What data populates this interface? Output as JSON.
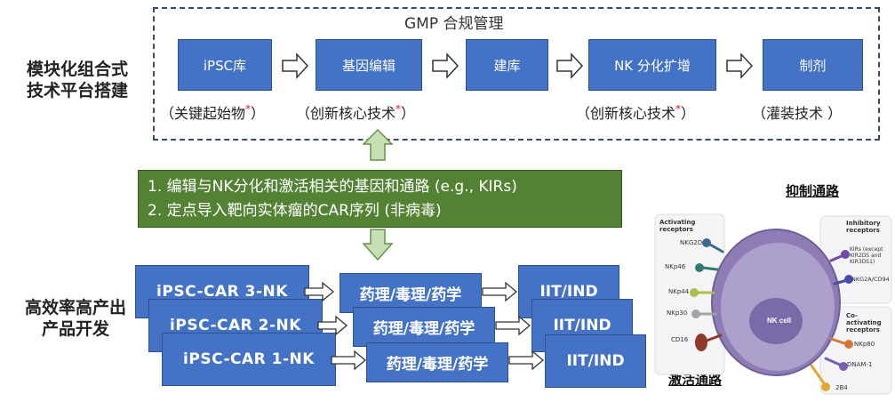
{
  "top": {
    "frame_title": "GMP 合规管理",
    "side_label_line1": "模块化组合式",
    "side_label_line2": "技术平台搭建",
    "steps": [
      "iPSC库",
      "基因编辑",
      "建库",
      "NK 分化扩增",
      "制剂"
    ],
    "notes": [
      {
        "text": "（关键起始物",
        "mark": "*",
        "close": "）"
      },
      {
        "text": "（创新核心技术",
        "mark": "*",
        "close": "）"
      },
      {
        "text": "（创新核心技术",
        "mark": "*",
        "close": "）"
      },
      {
        "text": "（灌装技术 ）",
        "mark": "",
        "close": ""
      }
    ]
  },
  "green": {
    "line1": "1. 编辑与NK分化和激活相关的基因和通路 (e.g., KIRs)",
    "line2": "2. 定点导入靶向实体瘤的CAR序列 (非病毒)"
  },
  "bottom": {
    "side_label_line1": "高效率高产出",
    "side_label_line2": "产品开发",
    "rows": [
      {
        "car": "iPSC-CAR 3-NK",
        "study": "药理/毒理/药学",
        "phase": "IIT/IND"
      },
      {
        "car": "iPSC-CAR 2-NK",
        "study": "药理/毒理/药学",
        "phase": "IIT/IND"
      },
      {
        "car": "iPSC-CAR 1-NK",
        "study": "药理/毒理/药学",
        "phase": "IIT/IND"
      }
    ]
  },
  "nk": {
    "inhibit_title": "抑制通路",
    "activate_title": "激活通路",
    "cell_label": "NK cell",
    "activating_header": "Activating receptors",
    "inhibitory_header": "Inhibitory receptors",
    "coactivating_header": "Co-activating receptors",
    "activating": [
      "NKG2D",
      "NKp46",
      "NKp44",
      "NKp30",
      "CD16"
    ],
    "inhibitory": [
      "KIRs (except KIR2DS and KIR3DS1)",
      "NKG2A/CD94"
    ],
    "coactivating": [
      "NKp80",
      "DNAM-1",
      "2B4"
    ]
  }
}
